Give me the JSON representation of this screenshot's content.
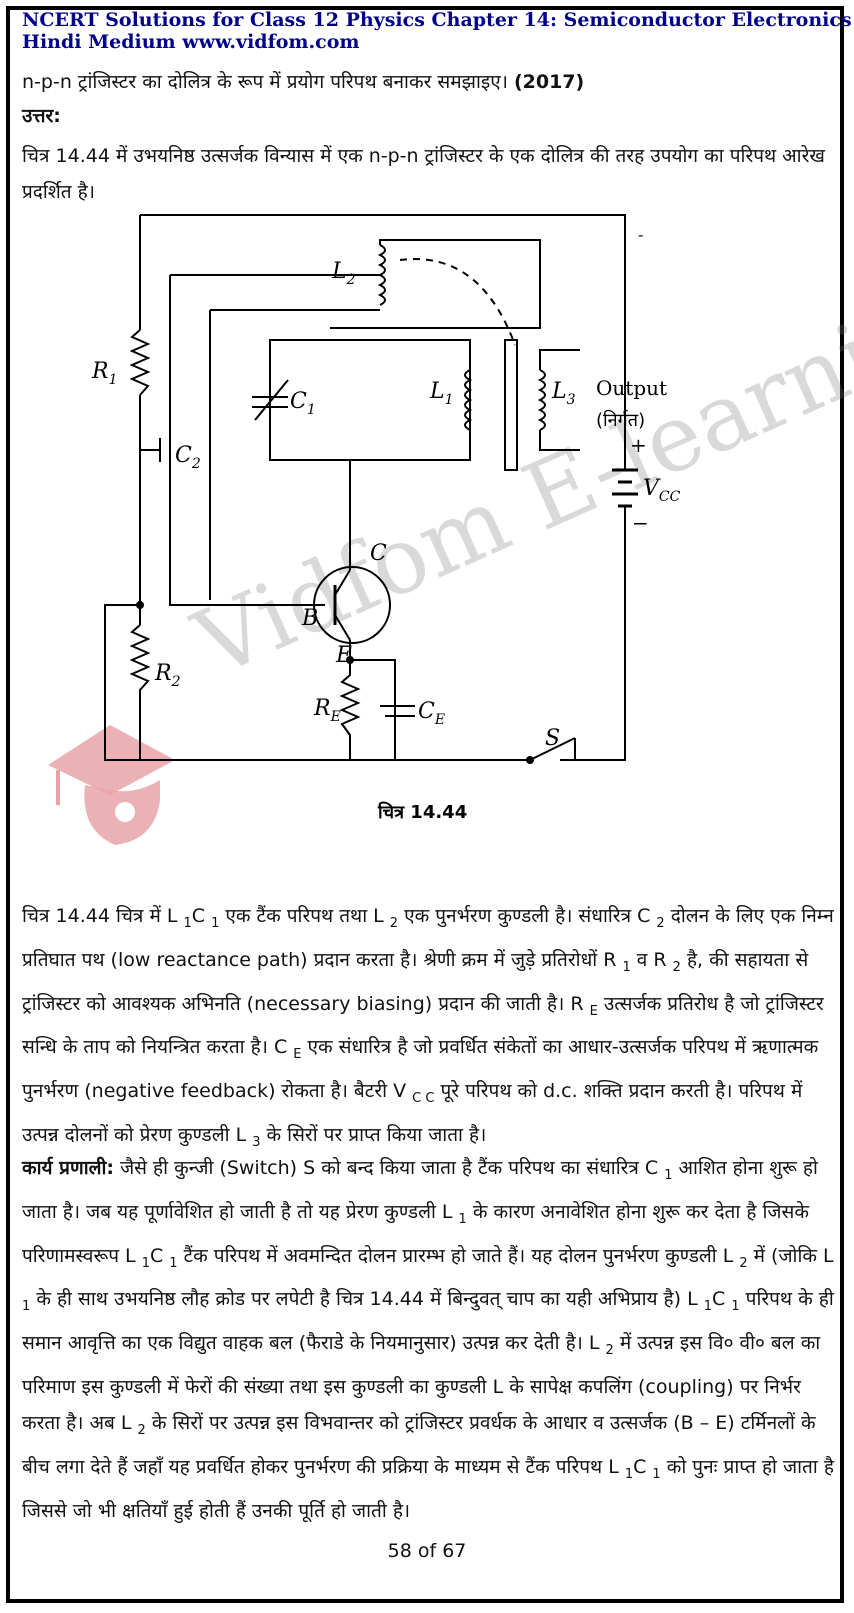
{
  "header": {
    "line1": "NCERT Solutions for Class 12 Physics Chapter 14: Semiconductor Electronics",
    "line2": "Hindi Medium  www.vidfom.com"
  },
  "question": {
    "text": "n-p-n ट्रांजिस्टर का दोलित्र के रूप में प्रयोग परिपथ बनाकर समझाइए।",
    "year": "(2017)"
  },
  "answer_label": "उत्तर:",
  "intro": "चित्र 14.44 में उभयनिष्ठ उत्सर्जक विन्यास में एक n-p-n ट्रांजिस्टर के एक दोलित्र की तरह उपयोग का परिपथ आरेख प्रदर्शित है।",
  "figure": {
    "caption": "चित्र 14.44",
    "labels": {
      "L2": "L",
      "L2s": "2",
      "R1": "R",
      "R1s": "1",
      "C1": "C",
      "C1s": "1",
      "L1": "L",
      "L1s": "1",
      "L3": "L",
      "L3s": "3",
      "output": "Output",
      "output_hi": "(निर्गत)",
      "C2": "C",
      "C2s": "2",
      "vcc": "V",
      "vccs": "CC",
      "C": "C",
      "B": "B",
      "E": "E",
      "R2": "R",
      "R2s": "2",
      "RE": "R",
      "REs": "E",
      "CE": "C",
      "CEs": "E",
      "S": "S",
      "plus": "+",
      "minus": "−",
      "top_minus": "-"
    }
  },
  "watermark": "Vidfom E-learning",
  "paragraph1": {
    "a": "चित्र 14.44 चित्र में L ",
    "a1": "1",
    "a2": "C ",
    "a3": "1",
    "b": " एक टैंक परिपथ तथा L ",
    "b1": "2",
    "c": " एक पुनर्भरण कुण्डली है। संधारित्र C ",
    "c1": "2",
    "d": " दोलन के लिए एक निम्न प्रतिघात पथ (low reactance path) प्रदान करता है। श्रेणी क्रम में जुड़े प्रतिरोधों R ",
    "d1": "1",
    "e": " व  R ",
    "e1": "2",
    "f": " है, की सहायता से ट्रांजिस्टर को आवश्यक अभिनति (necessary biasing) प्रदान की जाती है। R ",
    "f1": "E",
    "g": " उत्सर्जक प्रतिरोध है जो ट्रांजिस्टर सन्धि के ताप को नियन्त्रित करता है। C ",
    "g1": "E",
    "h": " एक संधारित्र है जो प्रवर्धित संकेतों का आधार-उत्सर्जक परिपथ में ऋणात्मक पुनर्भरण (negative feedback) रोकता है। बैटरी V ",
    "h1": "C C",
    "i": " पूरे परिपथ को d.c. शक्ति प्रदान करती है। परिपथ में उत्पन्न दोलनों को प्रेरण कुण्डली L ",
    "i1": "3",
    "j": " के सिरों पर प्राप्त किया जाता है।"
  },
  "paragraph2": {
    "bold": "कार्य प्रणाली:",
    "a": " जैसे ही कुन्जी (Switch) S को बन्द किया जाता है टैंक परिपथ का संधारित्र C ",
    "a1": "1",
    "b": " आशित होना शुरू हो जाता है। जब यह पूर्णावेशित हो जाती है तो यह प्रेरण कुण्डली L ",
    "b1": "1",
    "c": " के कारण अनावेशित होना शुरू कर देता है जिसके परिणामस्वरूप L ",
    "c1": "1",
    "c2": "C ",
    "c3": "1",
    "d": " टैंक परिपथ में अवमन्दित दोलन प्रारम्भ हो जाते हैं। यह दोलन पुनर्भरण कुण्डली L ",
    "d1": "2",
    "e": " में (जोकि L ",
    "e1": "1",
    "f": " के ही साथ उभयनिष्ठ लौह क्रोड पर लपेटी है चित्र 14.44 में बिन्दुवत् चाप का यही अभिप्राय है) L ",
    "f1": "1",
    "f2": "C ",
    "f3": "1",
    "g": " परिपथ के ही समान आवृत्ति का एक विद्युत वाहक बल (फैराडे के नियमानुसार) उत्पन्न कर देती है। L ",
    "g1": "2",
    "h": " में उत्पन्न इस वि० वी० बल का परिमाण इस कुण्डली में फेरों की संख्या तथा इस कुण्डली का कुण्डली L के सापेक्ष कपलिंग (coupling) पर निर्भर करता है। अब L ",
    "h1": "2",
    "i": " के सिरों पर उत्पन्न इस विभवान्तर को ट्रांजिस्टर प्रवर्धक के आधार व उत्सर्जक (B – E) टर्मिनलों के बीच लगा देते हैं जहाँ यह प्रवर्धित होकर पुनर्भरण की प्रक्रिया के माध्यम से टैंक परिपथ L ",
    "i1": "1",
    "i2": "C ",
    "i3": "1",
    "j": " को पुनः प्राप्त हो जाता है जिससे जो भी क्षतियाँ हुई होती हैं उनकी पूर्ति हो जाती है।"
  },
  "footer": "58 of 67"
}
